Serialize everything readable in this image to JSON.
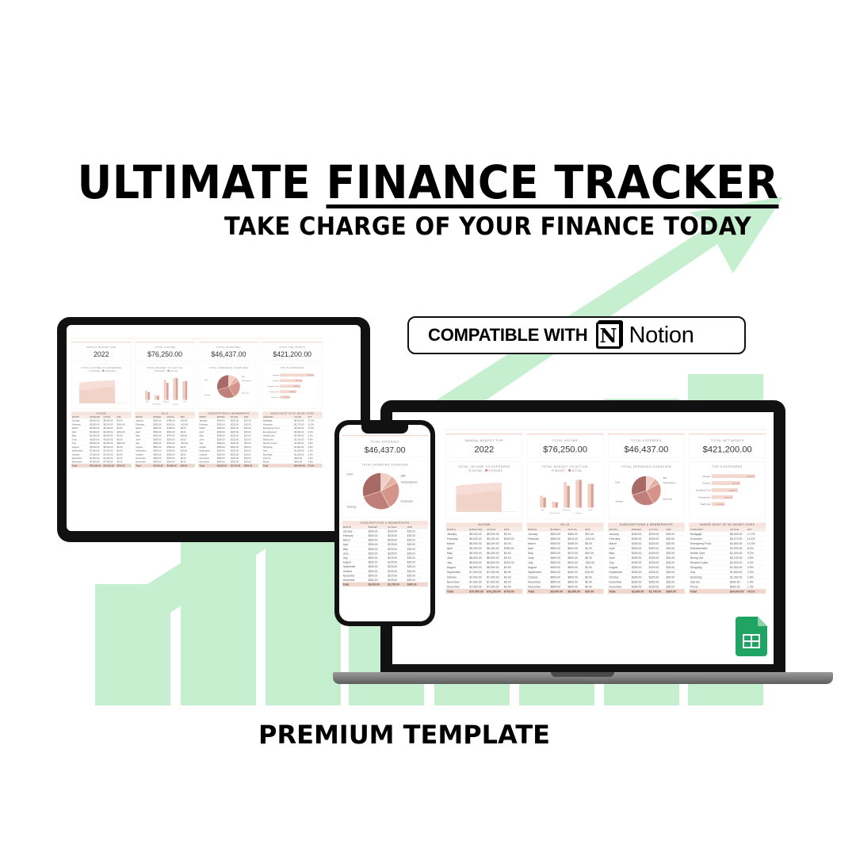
{
  "headline": {
    "title_part1": "ULTIMATE",
    "title_part2": "FINANCE TRACKER",
    "subtitle": "TAKE CHARGE OF YOUR FINANCE TODAY"
  },
  "badge": {
    "text": "COMPATIBLE WITH",
    "logo_letter": "N",
    "brand": "Notion"
  },
  "footer": {
    "label": "PREMIUM TEMPLATE"
  },
  "colors": {
    "accent_green": "#c6efd0",
    "pink_light": "#f1d6cc",
    "pink_mid": "#d79a8e",
    "pink_dark": "#a86a64",
    "sheets_green": "#1fa463"
  },
  "growth_bars": [
    0.34,
    0.58,
    0.64,
    0.7,
    0.76,
    0.8,
    0.86,
    0.93
  ],
  "dashboard": {
    "cards": [
      {
        "label": "Annual Budget for",
        "value": "2022"
      },
      {
        "label": "Total Income",
        "value": "$76,250.00"
      },
      {
        "label": "Total Expenses",
        "value": "$46,437.00"
      },
      {
        "label": "Total Net Worth",
        "value": "$421,200.00"
      }
    ],
    "charts": {
      "income_vs_expenses": {
        "title": "Total Income vs Expenses",
        "legend": [
          "INCOME",
          "EXPENSES"
        ]
      },
      "budget_vs_actual": {
        "title": "Total Budget vs Actual",
        "legend": [
          "BUDGET",
          "ACTUAL"
        ],
        "categories": [
          "Bills",
          "Subscriptions",
          "Expenses",
          "Savings",
          "Debt"
        ],
        "budget": [
          6,
          3,
          13,
          14,
          12
        ],
        "actual": [
          5,
          2.7,
          11,
          14,
          12
        ]
      },
      "spending_overview": {
        "title": "Total Spending Overview",
        "labels": [
          "Bills",
          "Subscriptions",
          "Expenses",
          "Savings",
          "Debt"
        ],
        "values": [
          10,
          7,
          25,
          28,
          30
        ]
      },
      "top_expenses": {
        "title": "Top 5 Expenses",
        "labels": [
          "Mortgage",
          "Groceries",
          "Emergency Fund",
          "Entertainment",
          "Health Care"
        ],
        "values": [
          8000,
          5270,
          4800,
          3900,
          2400
        ],
        "value_labels": [
          "$8,000.00",
          "$5,270.00",
          "$4,800.00",
          "$3,900.00",
          "$2,400.00"
        ]
      }
    },
    "tables": [
      {
        "title": "Income",
        "cols": [
          "Month",
          "Expected",
          "Actual",
          "Diff"
        ],
        "rows": [
          [
            "January",
            "$5,000.00",
            "$5,000.00",
            "$0.00"
          ],
          [
            "February",
            "$5,000.00",
            "$5,200.00",
            "$200.00"
          ],
          [
            "March",
            "$6,000.00",
            "$6,000.00",
            "$0.00"
          ],
          [
            "April",
            "$6,000.00",
            "$6,250.00",
            "$250.00"
          ],
          [
            "May",
            "$6,000.00",
            "$6,000.00",
            "$0.00"
          ],
          [
            "June",
            "$6,500.00",
            "$6,500.00",
            "$0.00"
          ],
          [
            "July",
            "$6,500.00",
            "$6,800.00",
            "$300.00"
          ],
          [
            "August",
            "$6,500.00",
            "$6,500.00",
            "$0.00"
          ],
          [
            "September",
            "$7,000.00",
            "$7,000.00",
            "$0.00"
          ],
          [
            "October",
            "$7,000.00",
            "$7,000.00",
            "$0.00"
          ],
          [
            "November",
            "$7,000.00",
            "$7,000.00",
            "$0.00"
          ],
          [
            "December",
            "$7,000.00",
            "$7,000.00",
            "$0.00"
          ]
        ],
        "total": [
          "Total",
          "$75,500.00",
          "$76,250.00",
          "$750.00"
        ]
      },
      {
        "title": "Bills",
        "cols": [
          "Month",
          "Budget",
          "Actual",
          "Diff"
        ],
        "rows": [
          [
            "January",
            "$500.00",
            "$480.00",
            "$20.00"
          ],
          [
            "February",
            "$500.00",
            "$510.00",
            "-$10.00"
          ],
          [
            "March",
            "$500.00",
            "$495.00",
            "$5.00"
          ],
          [
            "April",
            "$500.00",
            "$500.00",
            "$0.00"
          ],
          [
            "May",
            "$500.00",
            "$470.00",
            "$30.00"
          ],
          [
            "June",
            "$500.00",
            "$500.00",
            "$0.00"
          ],
          [
            "July",
            "$500.00",
            "$520.00",
            "-$20.00"
          ],
          [
            "August",
            "$500.00",
            "$500.00",
            "$0.00"
          ],
          [
            "September",
            "$500.00",
            "$490.00",
            "$10.00"
          ],
          [
            "October",
            "$500.00",
            "$500.00",
            "$0.00"
          ],
          [
            "November",
            "$500.00",
            "$500.00",
            "$0.00"
          ],
          [
            "December",
            "$500.00",
            "$500.00",
            "$0.00"
          ]
        ],
        "total": [
          "Total",
          "$6,000.00",
          "$5,965.00",
          "$35.00"
        ]
      },
      {
        "title": "Subscriptions & Memberships",
        "cols": [
          "Month",
          "Budget",
          "Actual",
          "Diff"
        ],
        "rows": [
          [
            "January",
            "$250.00",
            "$225.00",
            "$25.00"
          ],
          [
            "February",
            "$250.00",
            "$225.00",
            "$25.00"
          ],
          [
            "March",
            "$250.00",
            "$225.00",
            "$25.00"
          ],
          [
            "April",
            "$250.00",
            "$225.00",
            "$25.00"
          ],
          [
            "May",
            "$250.00",
            "$225.00",
            "$25.00"
          ],
          [
            "June",
            "$250.00",
            "$225.00",
            "$25.00"
          ],
          [
            "July",
            "$250.00",
            "$225.00",
            "$25.00"
          ],
          [
            "August",
            "$250.00",
            "$225.00",
            "$25.00"
          ],
          [
            "September",
            "$250.00",
            "$225.00",
            "$25.00"
          ],
          [
            "October",
            "$250.00",
            "$225.00",
            "$25.00"
          ],
          [
            "November",
            "$250.00",
            "$225.00",
            "$25.00"
          ],
          [
            "December",
            "$250.00",
            "$225.00",
            "$25.00"
          ]
        ],
        "total": [
          "Total",
          "$3,000.00",
          "$2,700.00",
          "$300.00"
        ]
      },
      {
        "title": "Where most of my money goes",
        "cols": [
          "Category",
          "",
          "Actual",
          "Pct"
        ],
        "rows": [
          [
            "Mortgage",
            "",
            "$8,000.00",
            "17.2%"
          ],
          [
            "Groceries",
            "",
            "$5,270.00",
            "11.3%"
          ],
          [
            "Emergency Fund",
            "",
            "$4,800.00",
            "10.3%"
          ],
          [
            "Entertainment",
            "",
            "$3,900.00",
            "8.4%"
          ],
          [
            "Health Care",
            "",
            "$2,400.00",
            "5.2%"
          ],
          [
            "Dining Out",
            "",
            "$2,100.00",
            "4.5%"
          ],
          [
            "Student Loans",
            "",
            "$2,000.00",
            "4.3%"
          ],
          [
            "Shopping",
            "",
            "$1,800.00",
            "3.9%"
          ],
          [
            "Gas",
            "",
            "$1,500.00",
            "3.2%"
          ],
          [
            "Electricity",
            "",
            "$1,200.00",
            "2.6%"
          ],
          [
            "Internet",
            "",
            "$900.00",
            "1.9%"
          ],
          [
            "Phone",
            "",
            "$600.00",
            "1.3%"
          ]
        ],
        "total": [
          "Total",
          "",
          "$34,470.00",
          "74.1%"
        ]
      }
    ]
  }
}
